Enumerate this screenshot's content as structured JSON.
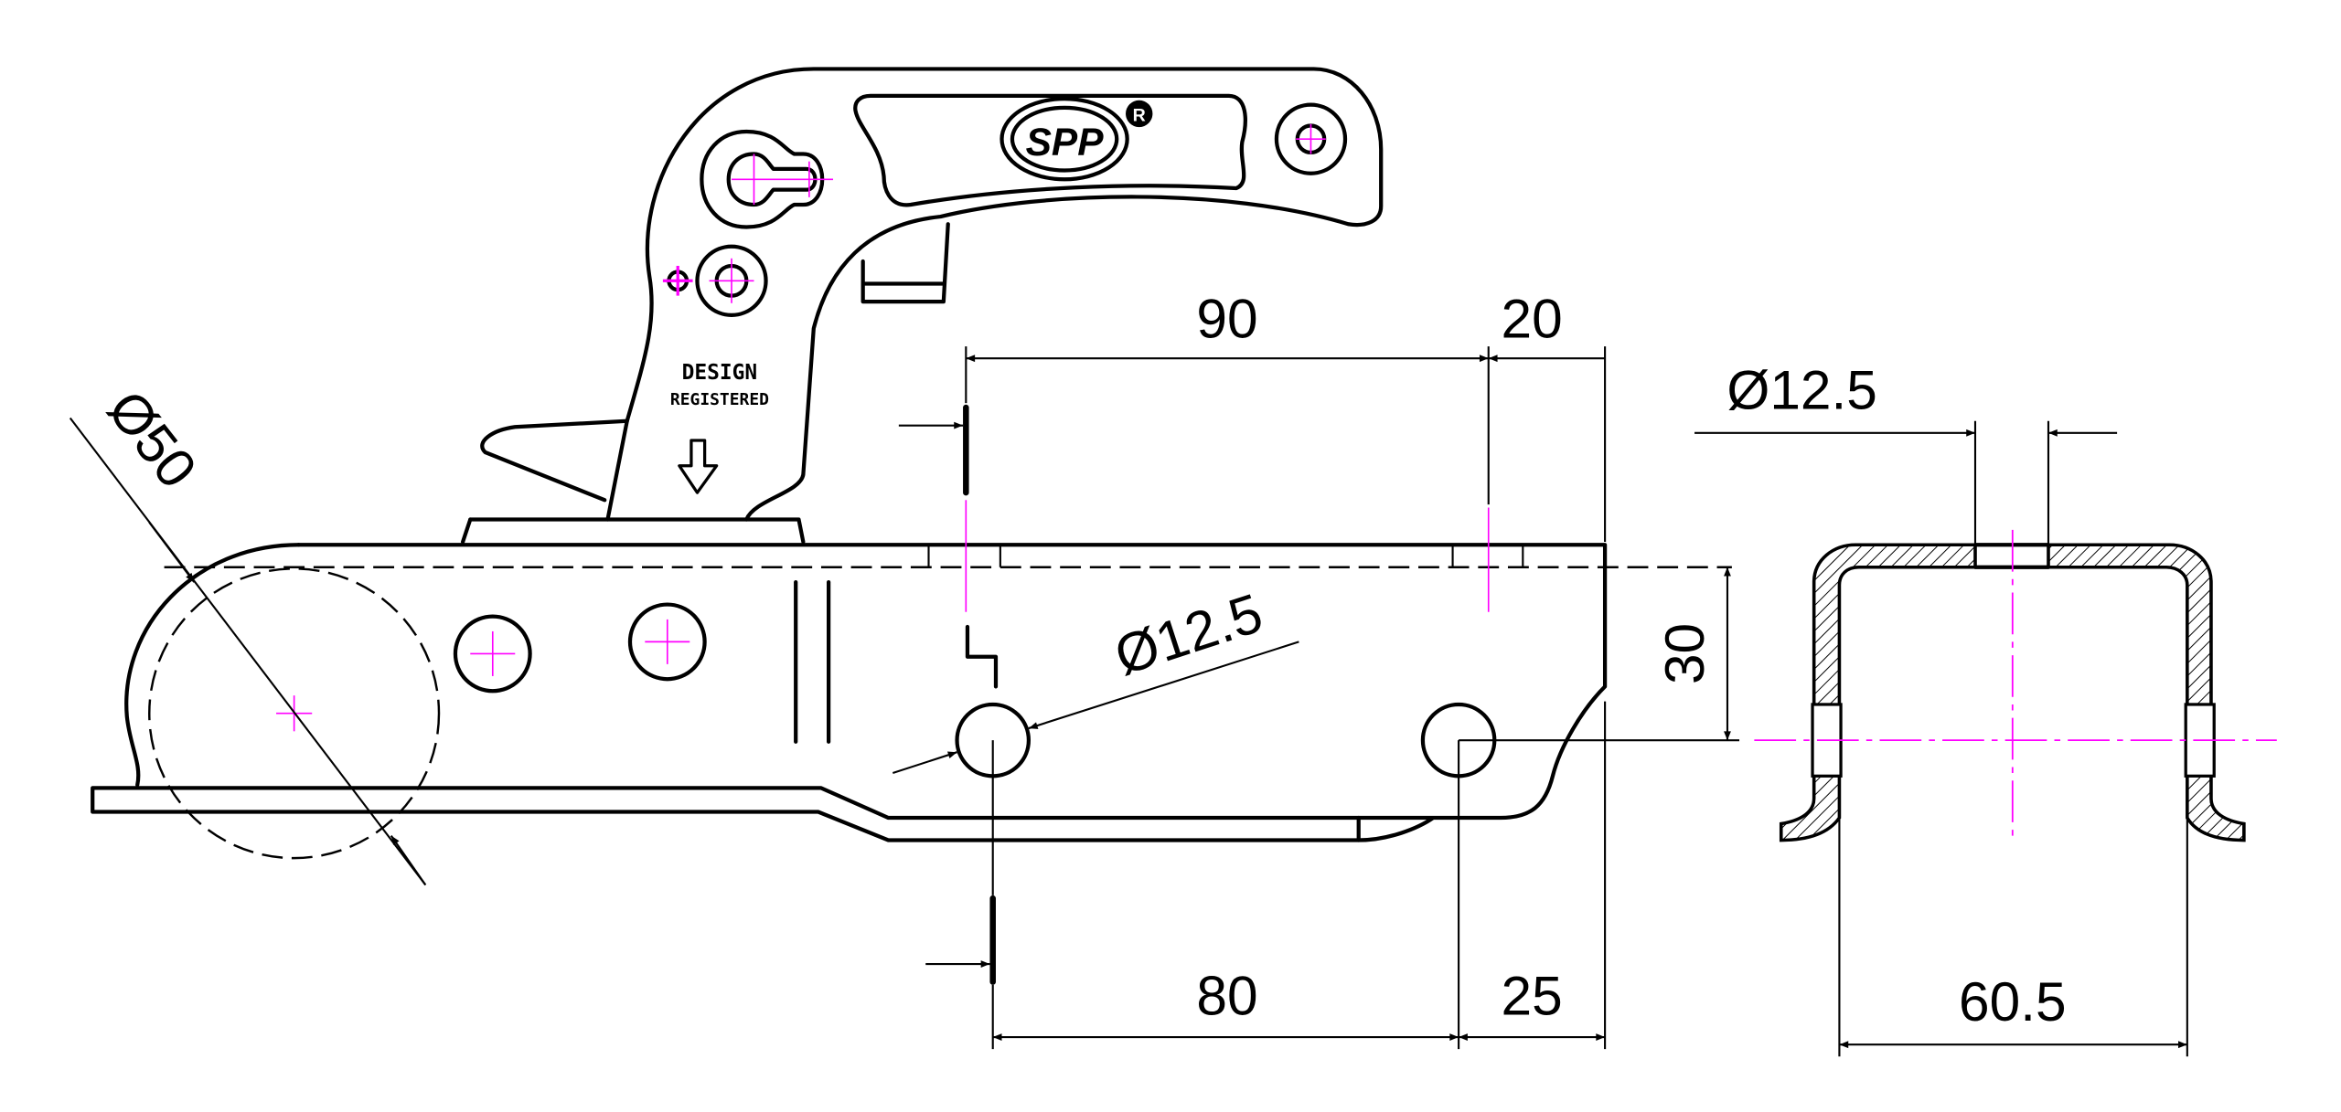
{
  "drawing": {
    "logo_text": "SPP",
    "registered_mark": "R",
    "stamp_line1": "DESIGN",
    "stamp_line2": "REGISTERED"
  },
  "dimensions": {
    "ball_diameter": "Ø50",
    "hole_spacing_top": "90",
    "end_offset_top": "20",
    "hole_diameter_side": "Ø12.5",
    "hole_diameter_section": "Ø12.5",
    "hole_height": "30",
    "hole_spacing_bottom": "80",
    "end_offset_bottom": "25",
    "section_width": "60.5"
  },
  "colors": {
    "outline": "#000000",
    "centerline": "#ff00ff"
  }
}
